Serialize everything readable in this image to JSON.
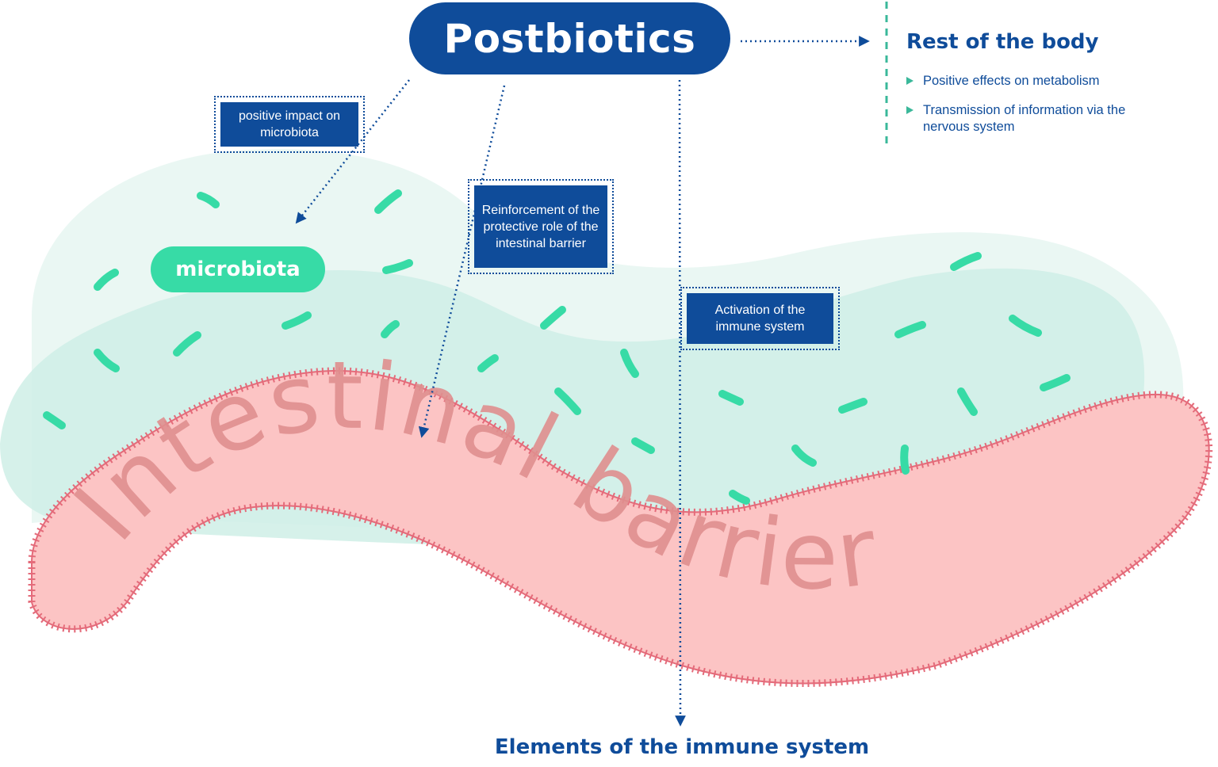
{
  "title": "Postbiotics",
  "microbiota_label": "microbiota",
  "barrier_label": "Intestinal barrier",
  "annotations": {
    "impact": "positive impact on microbiota",
    "barrier_role": "Reinforcement of the protective role of the intestinal barrier",
    "immune_activation": "Activation of the immune system"
  },
  "rest_of_body": {
    "title": "Rest of the body",
    "items": [
      "Positive effects on metabolism",
      "Transmission of information via the nervous system"
    ]
  },
  "bottom_label": "Elements of the immune system",
  "colors": {
    "navy": "#0f4c9a",
    "mint": "#37dba6",
    "teal_divider": "#3ab89a",
    "background_light": "#eaf7f3",
    "background_mid": "#cfeee6",
    "barrier_fill": "#fcc4c4",
    "barrier_edge": "#e46b7a",
    "barrier_text": "#e08f8f"
  },
  "icons": [
    "dotted-arrow-icon",
    "bacteria-icon",
    "triangle-bullet-icon"
  ]
}
